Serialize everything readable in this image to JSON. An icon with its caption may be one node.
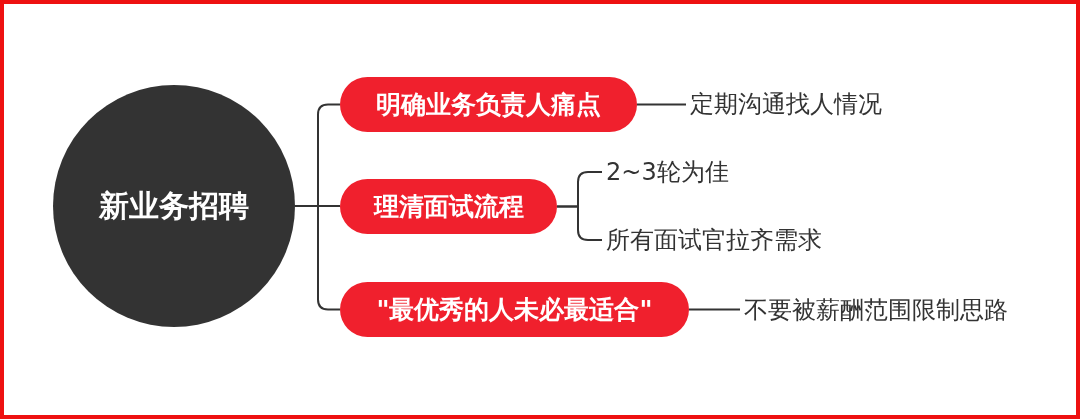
{
  "diagram": {
    "nodes": [
      {
        "text": [
          "新业务招聘"
        ]
      },
      {
        "text": [
          "明确业务负责人痛点"
        ]
      },
      {
        "text": [
          "理清面试流程"
        ]
      },
      {
        "text": [
          "\"最优秀的人未必最适合\""
        ]
      },
      {
        "text": [
          "定期沟通找人情况"
        ]
      },
      {
        "text": [
          "2~3轮为佳"
        ]
      },
      {
        "text": [
          "所有面试官拉齐需求"
        ]
      },
      {
        "text": [
          "不要被薪酬范围限制思路"
        ]
      }
    ],
    "edges": [
      {
        "from": 0,
        "to": 1,
        "arrow": "none"
      },
      {
        "from": 0,
        "to": 2,
        "arrow": "none"
      },
      {
        "from": 0,
        "to": 3,
        "arrow": "none"
      },
      {
        "from": 1,
        "to": 4,
        "arrow": "none"
      },
      {
        "from": 2,
        "to": 5,
        "arrow": "none"
      },
      {
        "from": 2,
        "to": 6,
        "arrow": "none"
      },
      {
        "from": 3,
        "to": 7,
        "arrow": "none"
      }
    ]
  }
}
